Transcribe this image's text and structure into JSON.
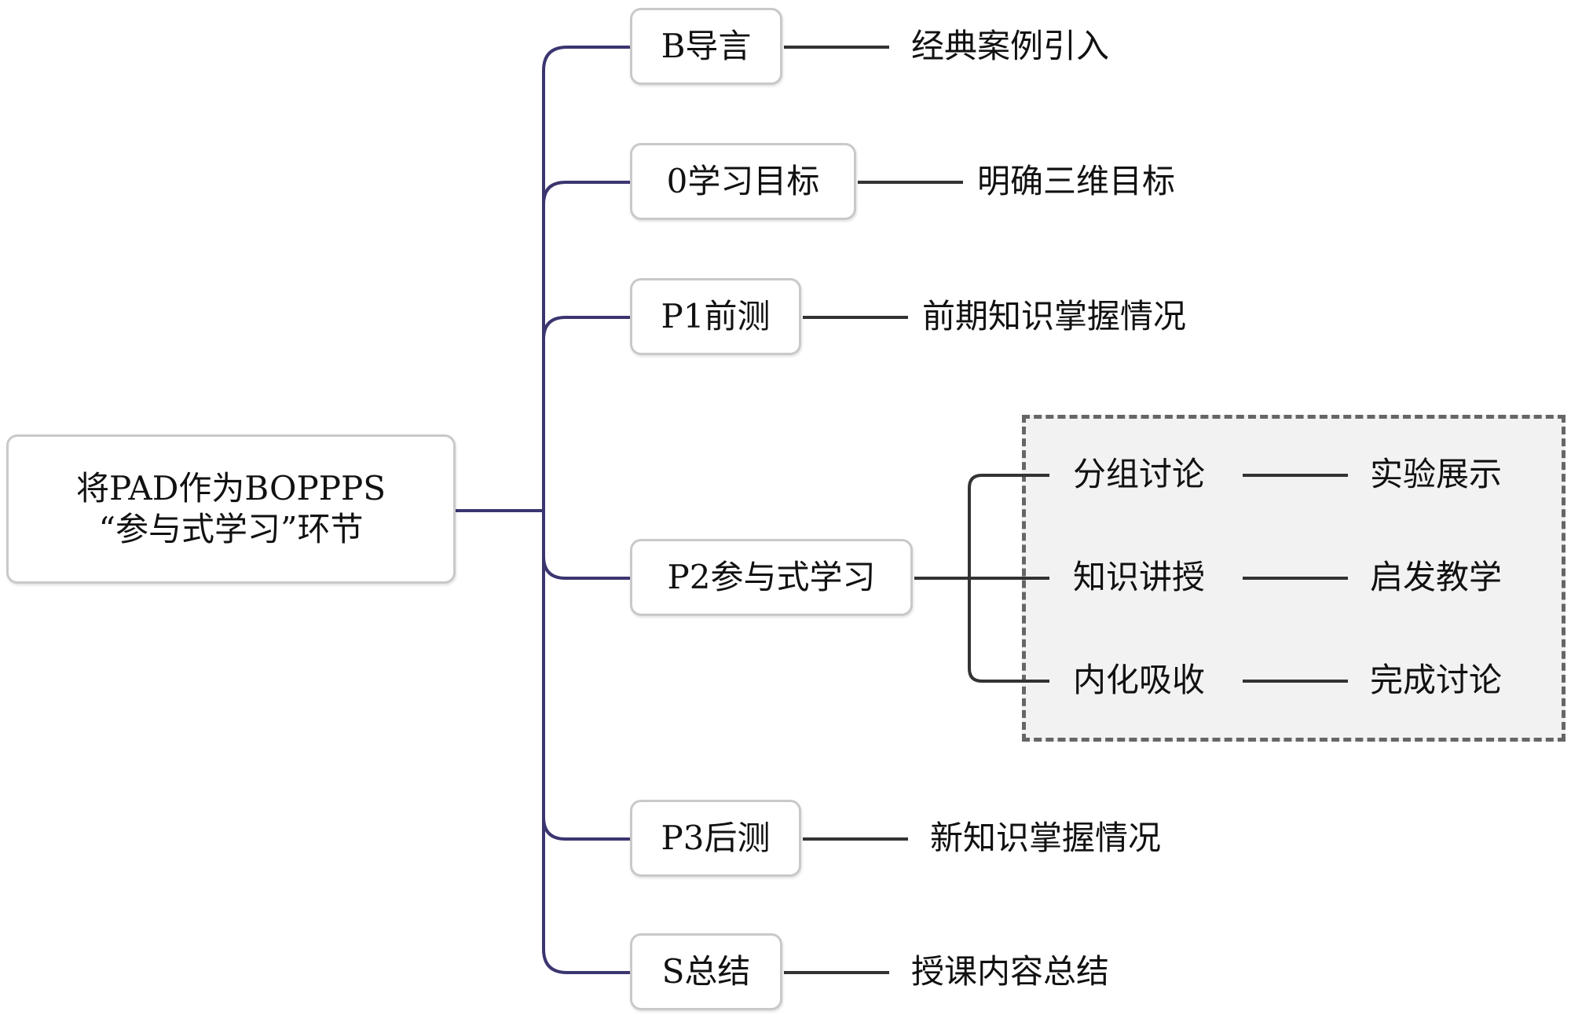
{
  "root": {
    "line1": "将PAD作为BOPPPS",
    "line2": "“参与式学习”环节"
  },
  "branches": [
    {
      "node": "B导言",
      "desc": "经典案例引入"
    },
    {
      "node": "0学习目标",
      "desc": "明确三维目标"
    },
    {
      "node": "P1前测",
      "desc": "前期知识掌握情况"
    },
    {
      "node": "P2参与式学习",
      "desc": ""
    },
    {
      "node": "P3后测",
      "desc": "新知识掌握情况"
    },
    {
      "node": "S总结",
      "desc": "授课内容总结"
    }
  ],
  "participatory": [
    {
      "step": "分组讨论",
      "result": "实验展示"
    },
    {
      "step": "知识讲授",
      "result": "启发教学"
    },
    {
      "step": "内化吸收",
      "result": "完成讨论"
    }
  ],
  "colors": {
    "tree_line": "#3b3570",
    "sub_line": "#333333",
    "box_border": "#c9c9c9",
    "dashed_border": "#666666",
    "dashed_fill": "#f2f2f2"
  }
}
